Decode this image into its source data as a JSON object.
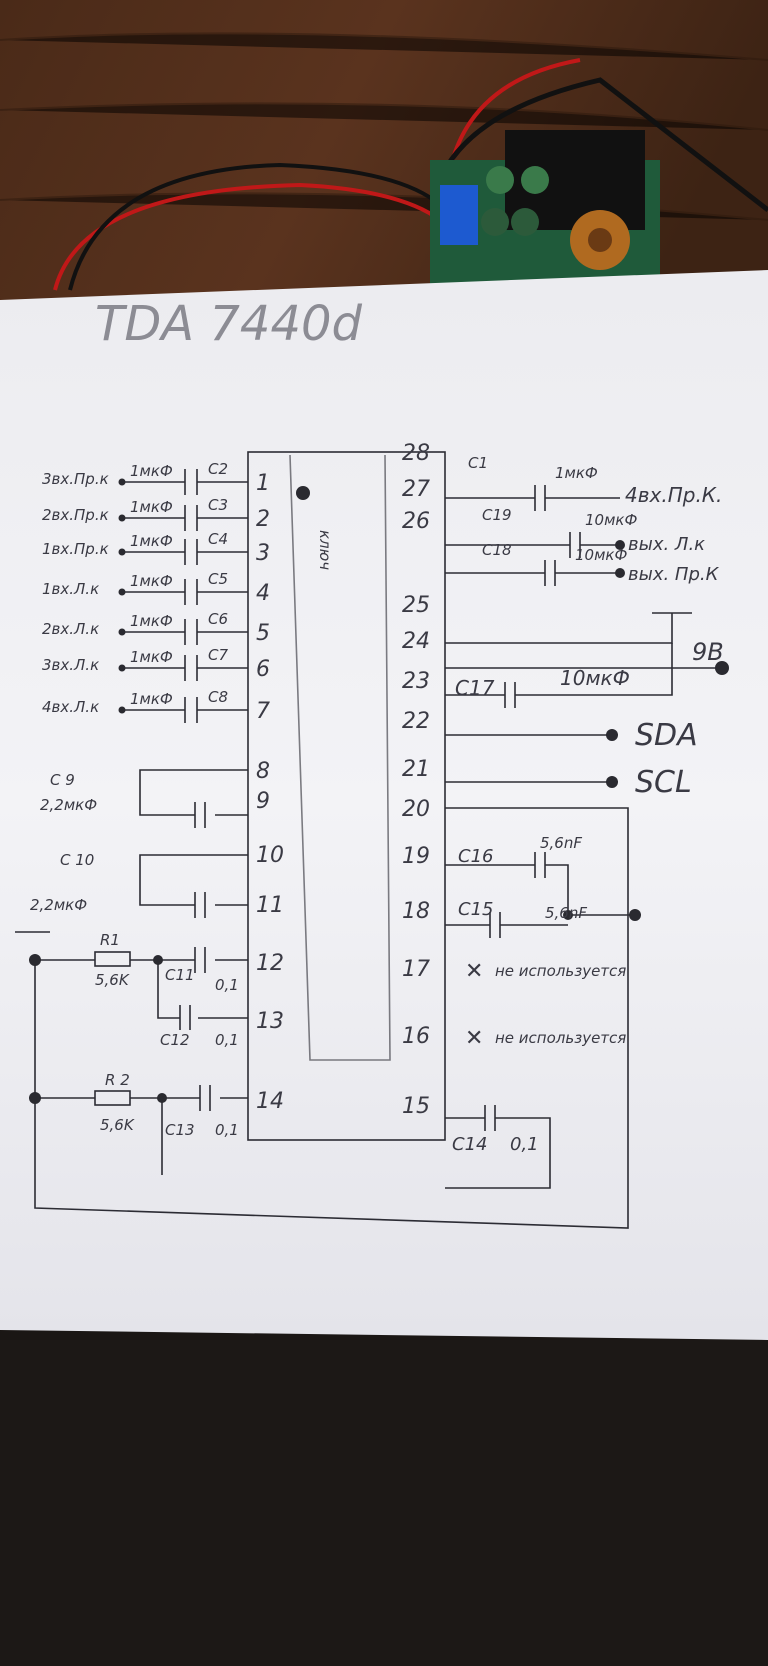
{
  "title": "TDA 7440d",
  "key_label": "ключ",
  "left_pins": [
    {
      "pin": "1",
      "cap": "C2",
      "value": "1мкФ",
      "input": "3вх.Пр.к"
    },
    {
      "pin": "2",
      "cap": "C3",
      "value": "1мкФ",
      "input": "2вх.Пр.к"
    },
    {
      "pin": "3",
      "cap": "C4",
      "value": "1мкФ",
      "input": "1вх.Пр.к"
    },
    {
      "pin": "4",
      "cap": "C5",
      "value": "1мкФ",
      "input": "1вх.Л.к"
    },
    {
      "pin": "5",
      "cap": "C6",
      "value": "1мкФ",
      "input": "2вх.Л.к"
    },
    {
      "pin": "6",
      "cap": "C7",
      "value": "1мкФ",
      "input": "3вх.Л.к"
    },
    {
      "pin": "7",
      "cap": "C8",
      "value": "1мкФ",
      "input": "4вх.Л.к"
    }
  ],
  "left_misc": {
    "p8": "8",
    "p9": "9",
    "p10": "10",
    "p11": "11",
    "p12": "12",
    "p13": "13",
    "p14": "14",
    "c9": "C 9",
    "c9v": "2,2мкФ",
    "c10": "C 10",
    "c10v": "2,2мкФ",
    "r1": "R1",
    "r1v": "5,6K",
    "c11": "C11",
    "c11v": "0,1",
    "c12": "C12",
    "c12v": "0,1",
    "r2": "R 2",
    "r2v": "5,6K",
    "c13": "C13",
    "c13v": "0,1"
  },
  "right_pins": {
    "p28": "28",
    "p27": "27",
    "p26": "26",
    "p25": "25",
    "p24": "24",
    "p23": "23",
    "p22": "22",
    "p21": "21",
    "p20": "20",
    "p19": "19",
    "p18": "18",
    "p17": "17",
    "p16": "16",
    "p15": "15",
    "c1": "C1",
    "c1v": "1мкФ",
    "in4r": "4вх.Пр.К.",
    "c19": "C19",
    "c19v": "10мкФ",
    "outl": "вых. Л.к",
    "c18": "C18",
    "c18v": "10мкФ",
    "outr": "вых. Пр.К",
    "v9": "9В",
    "c17": "C17",
    "c17v": "10мкФ",
    "sda": "SDA",
    "scl": "SCL",
    "c16": "C16",
    "c16v": "5,6nF",
    "c15": "C15",
    "c15v": "5,6nF",
    "nc17": "не используется",
    "nc16": "не используется",
    "c14": "C14",
    "c14v": "0,1"
  }
}
